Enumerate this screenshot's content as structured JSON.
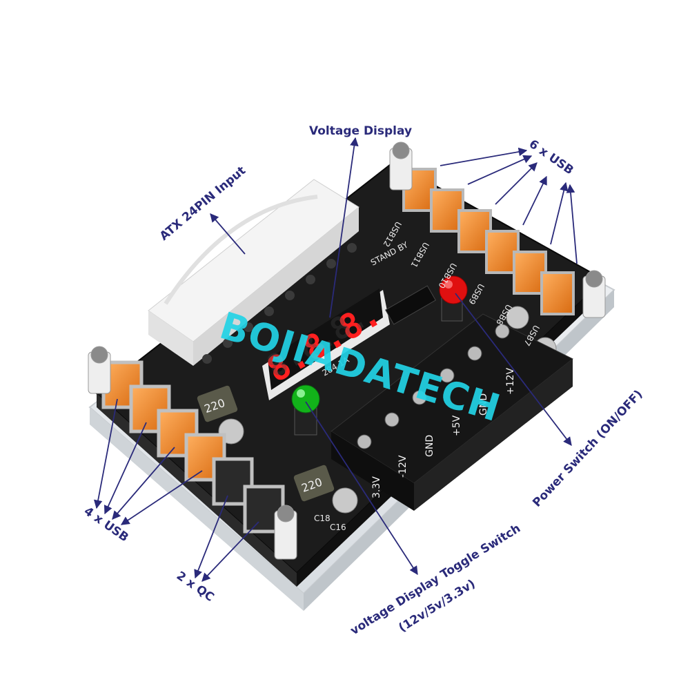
{
  "callouts": {
    "voltage_display": "Voltage Display",
    "six_usb": "6 x USB",
    "atx_input": "ATX 24PIN Input",
    "power_switch": "Power Switch (ON/OFF)",
    "four_usb": "4 x USB",
    "two_qc": "2 x QC",
    "toggle_line1": "voltage Display Toggle Switch",
    "toggle_line2": "(12v/5v/3.3v)"
  },
  "watermark": "BOJIADATECH",
  "board": {
    "display_digits": "8.8.8.",
    "display_digits_small": "8.8.8.",
    "standby_label": "STAND BY",
    "rails": [
      "3.3V",
      "-12V",
      "GND",
      "+5V",
      "GND",
      "+12V"
    ],
    "inductor_label": "220",
    "inductor_label_2": "220",
    "chip_label": "284 1A",
    "usb_labels": [
      "USB12",
      "USB11",
      "USB10",
      "USB9",
      "USB8",
      "USB7"
    ],
    "cap_labels": [
      "C16",
      "C18"
    ]
  },
  "colors": {
    "label": "#2a2a7a",
    "watermark": "#22d3e6",
    "pcb": "#1c1c1c",
    "usb_orange": "#e8892e",
    "switch_red": "#e01010",
    "switch_green": "#12b21a",
    "display_red": "#ff2020"
  }
}
